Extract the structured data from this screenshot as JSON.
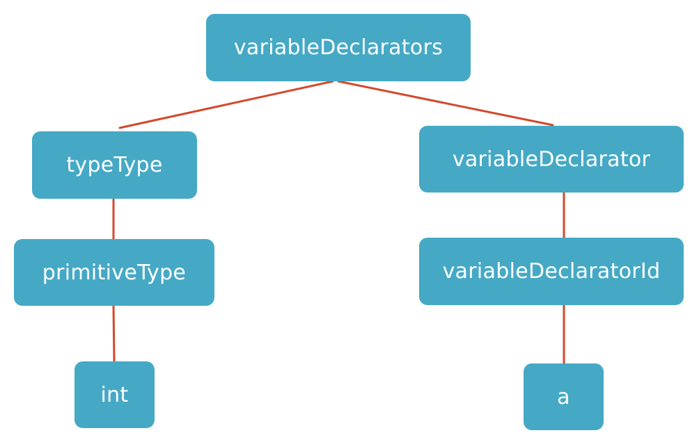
{
  "tree": {
    "root": "variableDeclarators",
    "type_type": "typeType",
    "variable_declarator": "variableDeclarator",
    "primitive_type": "primitiveType",
    "variable_declarator_id": "variableDeclaratorId",
    "int_leaf": "int",
    "a_leaf": "a"
  },
  "colors": {
    "node_fill": "#45a9c6",
    "edge": "#d4472b",
    "text": "#ffffff"
  }
}
